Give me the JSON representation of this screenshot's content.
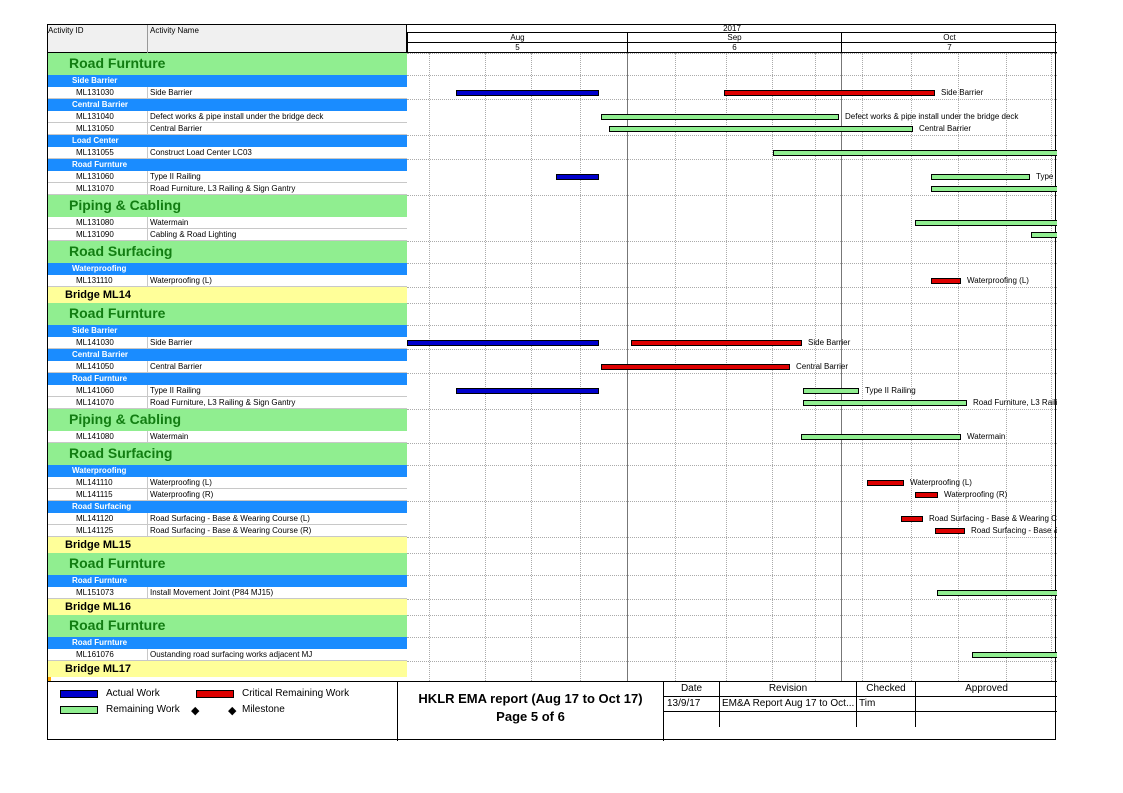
{
  "header": {
    "activity_id_label": "Activity ID",
    "activity_name_label": "Activity Name",
    "year": "2017",
    "months": [
      "Aug",
      "Sep",
      "Oct"
    ],
    "weeks": [
      "5",
      "6",
      "7"
    ]
  },
  "rows": [
    {
      "type": "area",
      "title": "Road Furnture"
    },
    {
      "type": "sub",
      "title": "Side Barrier"
    },
    {
      "type": "act",
      "id": "ML131030",
      "name": "Side Barrier"
    },
    {
      "type": "sub",
      "title": "Central Barrier"
    },
    {
      "type": "act",
      "id": "ML131040",
      "name": "Defect works & pipe install under the bridge deck"
    },
    {
      "type": "act",
      "id": "ML131050",
      "name": "Central Barrier"
    },
    {
      "type": "sub",
      "title": "Load Center"
    },
    {
      "type": "act",
      "id": "ML131055",
      "name": "Construct Load Center LC03"
    },
    {
      "type": "sub",
      "title": "Road Furnture"
    },
    {
      "type": "act",
      "id": "ML131060",
      "name": "Type II Railing"
    },
    {
      "type": "act",
      "id": "ML131070",
      "name": "Road Furniture, L3 Railing & Sign Gantry"
    },
    {
      "type": "area",
      "title": "Piping & Cabling"
    },
    {
      "type": "act",
      "id": "ML131080",
      "name": "Watermain"
    },
    {
      "type": "act",
      "id": "ML131090",
      "name": "Cabling & Road Lighting"
    },
    {
      "type": "area",
      "title": "Road Surfacing"
    },
    {
      "type": "sub",
      "title": "Waterproofing"
    },
    {
      "type": "act",
      "id": "ML131110",
      "name": "Waterproofing (L)"
    },
    {
      "type": "bridge",
      "title": "Bridge ML14"
    },
    {
      "type": "area",
      "title": "Road Furnture"
    },
    {
      "type": "sub",
      "title": "Side Barrier"
    },
    {
      "type": "act",
      "id": "ML141030",
      "name": "Side Barrier"
    },
    {
      "type": "sub",
      "title": "Central Barrier"
    },
    {
      "type": "act",
      "id": "ML141050",
      "name": "Central Barrier"
    },
    {
      "type": "sub",
      "title": "Road Furnture"
    },
    {
      "type": "act",
      "id": "ML141060",
      "name": "Type II Railing"
    },
    {
      "type": "act",
      "id": "ML141070",
      "name": "Road Furniture, L3 Railing & Sign Gantry"
    },
    {
      "type": "area",
      "title": "Piping & Cabling"
    },
    {
      "type": "act",
      "id": "ML141080",
      "name": "Watermain"
    },
    {
      "type": "area",
      "title": "Road Surfacing"
    },
    {
      "type": "sub",
      "title": "Waterproofing"
    },
    {
      "type": "act",
      "id": "ML141110",
      "name": "Waterproofing (L)"
    },
    {
      "type": "act",
      "id": "ML141115",
      "name": "Waterproofing (R)"
    },
    {
      "type": "sub",
      "title": "Road Surfacing"
    },
    {
      "type": "act",
      "id": "ML141120",
      "name": "Road Surfacing - Base & Wearing Course (L)"
    },
    {
      "type": "act",
      "id": "ML141125",
      "name": "Road Surfacing - Base & Wearing Course (R)"
    },
    {
      "type": "bridge",
      "title": "Bridge ML15"
    },
    {
      "type": "area",
      "title": "Road Furnture"
    },
    {
      "type": "sub",
      "title": "Road Furnture"
    },
    {
      "type": "act",
      "id": "ML151073",
      "name": "Install Movement Joint (P84 MJ15)"
    },
    {
      "type": "bridge",
      "title": "Bridge ML16"
    },
    {
      "type": "area",
      "title": "Road Furnture"
    },
    {
      "type": "sub",
      "title": "Road Furnture"
    },
    {
      "type": "act",
      "id": "ML161076",
      "name": "Oustanding road surfacing works adjacent MJ"
    },
    {
      "type": "bridge",
      "title": "Bridge ML17"
    }
  ],
  "bars": [
    {
      "row": 2,
      "kind": "actual",
      "start": 0.075,
      "end": 0.296,
      "label": ""
    },
    {
      "row": 2,
      "kind": "critical",
      "start": 0.488,
      "end": 0.812,
      "label": "Side Barrier"
    },
    {
      "row": 4,
      "kind": "remaining",
      "start": 0.299,
      "end": 0.665,
      "label": "Defect works & pipe install under the bridge deck"
    },
    {
      "row": 5,
      "kind": "remaining",
      "start": 0.31,
      "end": 0.778,
      "label": "Central Barrier"
    },
    {
      "row": 7,
      "kind": "remaining",
      "start": 0.563,
      "end": 1.05,
      "label": ""
    },
    {
      "row": 9,
      "kind": "actual",
      "start": 0.229,
      "end": 0.296,
      "label": ""
    },
    {
      "row": 9,
      "kind": "remaining",
      "start": 0.806,
      "end": 0.959,
      "label": "Type"
    },
    {
      "row": 10,
      "kind": "remaining",
      "start": 0.806,
      "end": 1.05,
      "label": ""
    },
    {
      "row": 12,
      "kind": "remaining",
      "start": 0.782,
      "end": 1.05,
      "label": ""
    },
    {
      "row": 13,
      "kind": "remaining",
      "start": 0.96,
      "end": 1.05,
      "label": ""
    },
    {
      "row": 16,
      "kind": "critical",
      "start": 0.806,
      "end": 0.852,
      "label": "Waterproofing (L)"
    },
    {
      "row": 20,
      "kind": "actual",
      "start": 0.0,
      "end": 0.296,
      "label": ""
    },
    {
      "row": 20,
      "kind": "critical",
      "start": 0.345,
      "end": 0.608,
      "label": "Side Barrier"
    },
    {
      "row": 22,
      "kind": "critical",
      "start": 0.299,
      "end": 0.589,
      "label": "Central Barrier"
    },
    {
      "row": 24,
      "kind": "actual",
      "start": 0.075,
      "end": 0.296,
      "label": ""
    },
    {
      "row": 24,
      "kind": "remaining",
      "start": 0.609,
      "end": 0.695,
      "label": "Type II Railing"
    },
    {
      "row": 25,
      "kind": "remaining",
      "start": 0.609,
      "end": 0.862,
      "label": "Road Furniture, L3 Railin"
    },
    {
      "row": 27,
      "kind": "remaining",
      "start": 0.606,
      "end": 0.852,
      "label": "Watermain"
    },
    {
      "row": 30,
      "kind": "critical",
      "start": 0.708,
      "end": 0.765,
      "label": "Waterproofing (L)"
    },
    {
      "row": 31,
      "kind": "critical",
      "start": 0.782,
      "end": 0.817,
      "label": "Waterproofing (R)"
    },
    {
      "row": 33,
      "kind": "critical",
      "start": 0.76,
      "end": 0.794,
      "label": "Road Surfacing - Base & Wearing Co"
    },
    {
      "row": 34,
      "kind": "critical",
      "start": 0.812,
      "end": 0.858,
      "label": "Road Surfacing - Base &"
    },
    {
      "row": 38,
      "kind": "remaining",
      "start": 0.815,
      "end": 1.05,
      "label": ""
    },
    {
      "row": 42,
      "kind": "remaining",
      "start": 0.869,
      "end": 1.05,
      "label": ""
    }
  ],
  "colors": {
    "actual": "#0000cc",
    "critical": "#dd0000",
    "remaining": "#90ee90"
  },
  "legend": {
    "actual": "Actual Work",
    "critical": "Critical Remaining Work",
    "remaining": "Remaining Work",
    "milestone": "Milestone"
  },
  "report": {
    "title": "HKLR EMA report (Aug 17 to Oct 17)",
    "page": "Page 5 of 6"
  },
  "table": {
    "headers": [
      "Date",
      "Revision",
      "Checked",
      "Approved"
    ],
    "row": [
      "13/9/17",
      "EM&A Report Aug 17 to Oct...",
      "Tim",
      ""
    ]
  }
}
